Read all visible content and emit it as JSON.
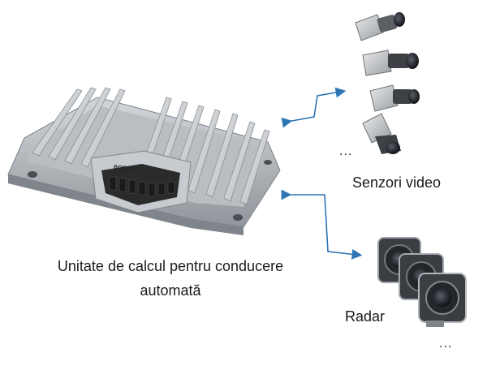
{
  "ecu": {
    "caption_line1": "Unitate de calcul pentru conducere",
    "caption_line2": "automată",
    "brand": "BOSCH"
  },
  "video_sensors": {
    "caption": "Senzori video",
    "ellipsis": "..."
  },
  "radar_sensors": {
    "caption": "Radar",
    "ellipsis": "..."
  },
  "colors": {
    "arrow": "#2e75b6",
    "metal_light": "#d9dcdf",
    "metal_dark": "#8d9297",
    "connector": "#2b2b2b"
  }
}
